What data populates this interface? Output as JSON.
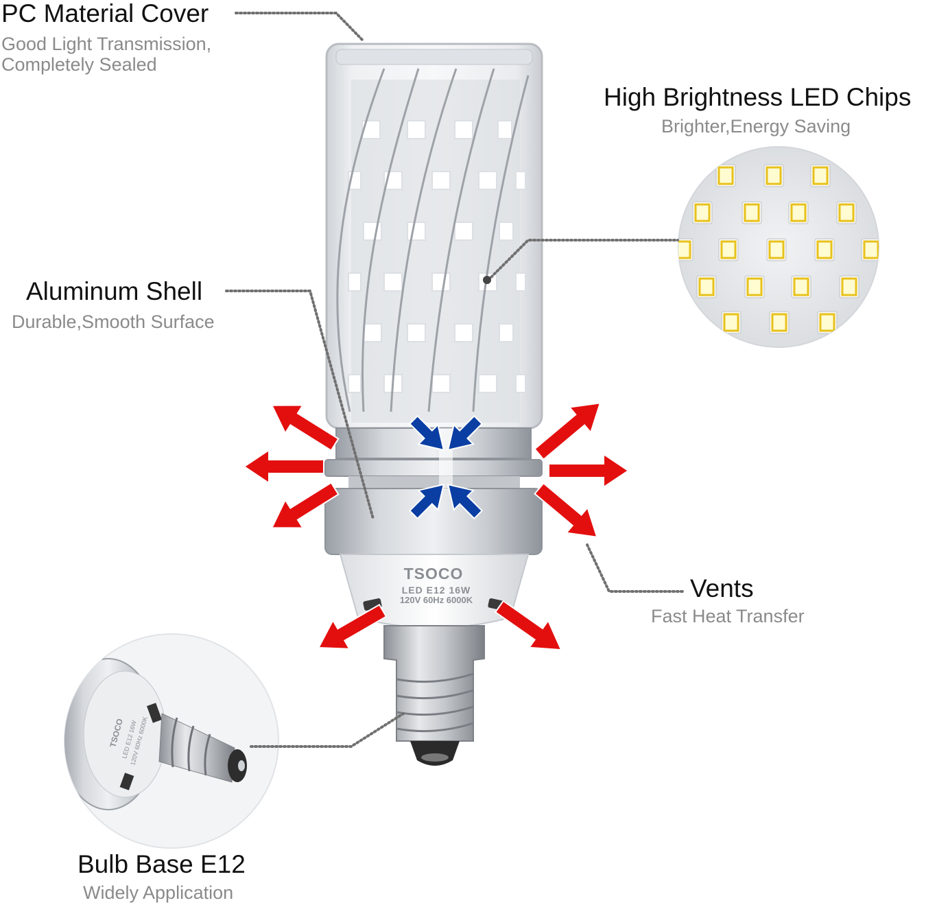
{
  "colors": {
    "heat_out_arrow": "#e30f0f",
    "air_in_arrow": "#0a3ea3",
    "led_chip": "#fffcd2",
    "led_chip_frame": "#e8c21c",
    "aluminum": "#b9bdc3",
    "leader_line": "#707070"
  },
  "callouts": {
    "pc_cover": {
      "title": "PC Material Cover",
      "line1": "Good Light Transmission,",
      "line2": "Completely Sealed"
    },
    "led_chips": {
      "title": "High Brightness LED Chips",
      "subtitle": "Brighter,Energy Saving"
    },
    "aluminum_shell": {
      "title": "Aluminum Shell",
      "subtitle": "Durable,Smooth Surface"
    },
    "vents": {
      "title": "Vents",
      "subtitle": "Fast Heat Transfer"
    },
    "bulb_base": {
      "title": "Bulb Base E12",
      "subtitle": "Widely Application"
    }
  },
  "bulb_label": {
    "brand": "TSOCO",
    "model": "LED E12 16W",
    "rating": "120V 60Hz 6000K"
  }
}
